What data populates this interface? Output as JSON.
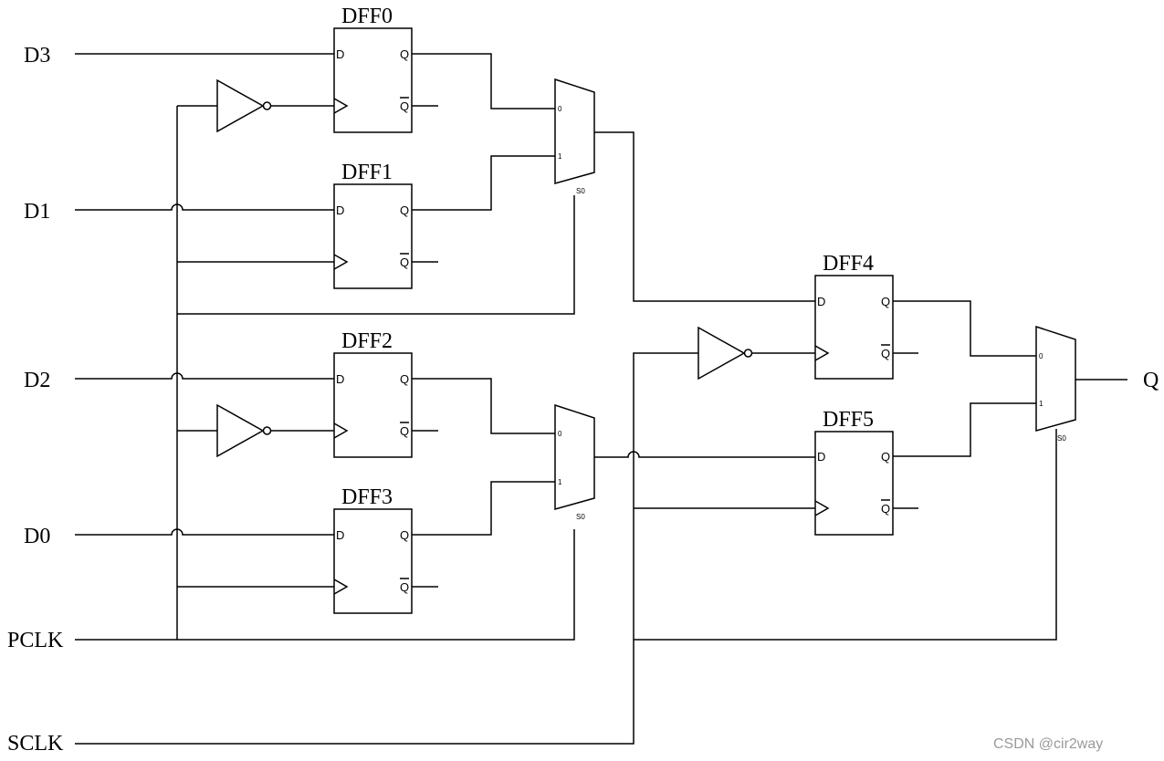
{
  "inputs": {
    "d3": "D3",
    "d1": "D1",
    "d2": "D2",
    "d0": "D0",
    "pclk": "PCLK",
    "sclk": "SCLK"
  },
  "output": {
    "q": "Q"
  },
  "flip_flops": [
    {
      "name": "DFF0",
      "d": "D",
      "q": "Q",
      "qbar": "Q"
    },
    {
      "name": "DFF1",
      "d": "D",
      "q": "Q",
      "qbar": "Q"
    },
    {
      "name": "DFF2",
      "d": "D",
      "q": "Q",
      "qbar": "Q"
    },
    {
      "name": "DFF3",
      "d": "D",
      "q": "Q",
      "qbar": "Q"
    },
    {
      "name": "DFF4",
      "d": "D",
      "q": "Q",
      "qbar": "Q"
    },
    {
      "name": "DFF5",
      "d": "D",
      "q": "Q",
      "qbar": "Q"
    }
  ],
  "muxes": [
    {
      "in0": "0",
      "in1": "1",
      "sel": "S0"
    },
    {
      "in0": "0",
      "in1": "1",
      "sel": "S0"
    },
    {
      "in0": "0",
      "in1": "1",
      "sel": "S0"
    }
  ],
  "watermark": "CSDN @cir2way"
}
